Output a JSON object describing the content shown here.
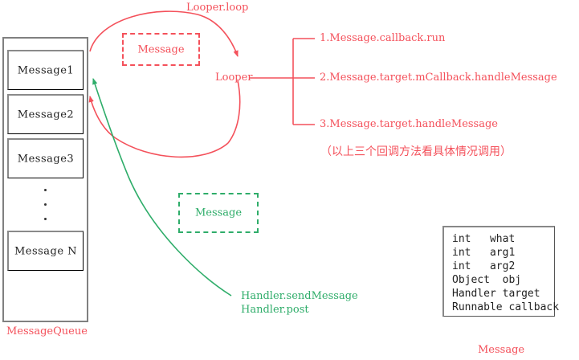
{
  "colors": {
    "red": "#f4515b",
    "green": "#2fad6a",
    "box_border": "#808080",
    "text": "#222222"
  },
  "message_queue": {
    "label": "MessageQueue",
    "items": [
      {
        "label": "Message1"
      },
      {
        "label": "Message2"
      },
      {
        "label": "Message3"
      },
      {
        "label": "Message N"
      }
    ],
    "ellipsis": "·"
  },
  "loop": {
    "cycle_label": "Looper.loop",
    "node_label": "Looper",
    "pending_message_label": "Message"
  },
  "dispatch": {
    "callbacks": [
      {
        "index": "1.",
        "text": "1.Message.callback.run"
      },
      {
        "index": "2.",
        "text": "2.Message.target.mCallback.handleMessage"
      },
      {
        "index": "3.",
        "text": "3.Message.target.handleMessage"
      }
    ],
    "note": "（以上三个回调方法看具体情况调用）"
  },
  "enqueue": {
    "message_label": "Message",
    "api_lines": [
      "Handler.sendMessage",
      "Handler.post"
    ]
  },
  "message_struct": {
    "title": "Message",
    "fields": [
      "int   what",
      "int   arg1",
      "int   arg2",
      "Object  obj",
      "Handler target",
      "Runnable callback"
    ]
  }
}
